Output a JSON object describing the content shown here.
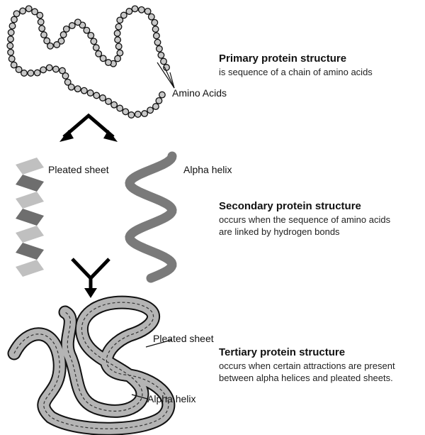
{
  "primary": {
    "title": "Primary protein structure",
    "description": "is sequence of a chain of amino acids",
    "amino_label": "Amino Acids"
  },
  "secondary": {
    "title": "Secondary protein structure",
    "description_line1": "occurs when the sequence of amino acids",
    "description_line2": "are linked by hydrogen bonds",
    "sheet_label": "Pleated sheet",
    "helix_label": "Alpha helix"
  },
  "tertiary": {
    "title": "Tertiary protein structure",
    "description_line1": "occurs when certain attractions are present",
    "description_line2": "between alpha helices and pleated sheets.",
    "sheet_label": "Pleated sheet",
    "helix_label": "Alpha helix"
  },
  "colors": {
    "bead_fill": "#c8c8c8",
    "sheet_light": "#c0c0c0",
    "sheet_dark": "#6e6e6e",
    "helix": "#7a7a7a",
    "tube_fill": "#b4b4b4"
  }
}
